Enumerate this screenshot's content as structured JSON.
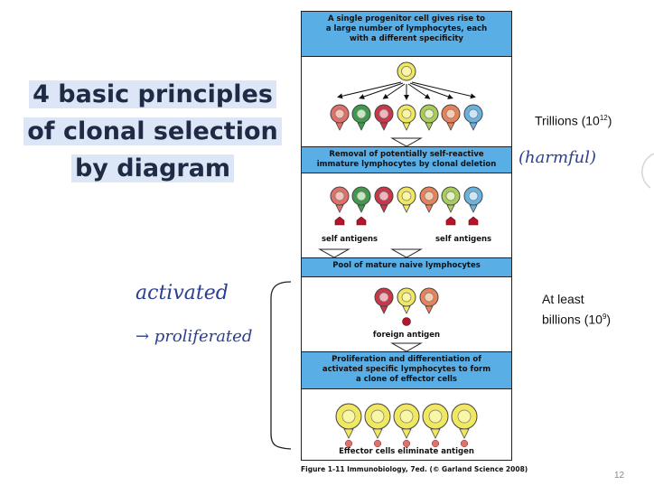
{
  "slide": {
    "title_lines": [
      "4 basic principles",
      "of clonal selection",
      "by diagram"
    ],
    "page_number": "12"
  },
  "diagram": {
    "panels": [
      {
        "header": [
          "A single progenitor cell gives rise to",
          "a large number of lymphocytes, each",
          "with a different specificity"
        ]
      },
      {
        "header": [
          "Removal of potentially self-reactive",
          "immature lymphocytes by clonal deletion"
        ],
        "labels": [
          "self antigens",
          "self antigens"
        ]
      },
      {
        "header": [
          "Pool of mature naive lymphocytes"
        ],
        "labels": [
          "foreign antigen"
        ]
      },
      {
        "header": [
          "Proliferation and differentiation of",
          "activated specific lymphocytes to form",
          "a clone of effector cells"
        ],
        "labels": [
          "Effector cells eliminate antigen"
        ]
      }
    ],
    "caption": "Figure 1-11  Immunobiology, 7ed. (© Garland Science 2008)"
  },
  "notes": {
    "trillions_text": "Trillions (10",
    "trillions_exp": "12",
    "trillions_close": ")",
    "billions_line1": "At least",
    "billions_text": "billions (10",
    "billions_exp": "9",
    "billions_close": ")"
  },
  "handwriting": {
    "harmful": "(harmful)",
    "activated": "activated",
    "proliferated": "→ proliferated"
  },
  "colors": {
    "header_blue": "#5aaee6",
    "cell_colors": [
      "#e0706a",
      "#3f9a4e",
      "#c8374a",
      "#f0e860",
      "#a9cc5a",
      "#e8825a",
      "#6ab2df"
    ],
    "pen_blue": "#2b3f8f"
  }
}
